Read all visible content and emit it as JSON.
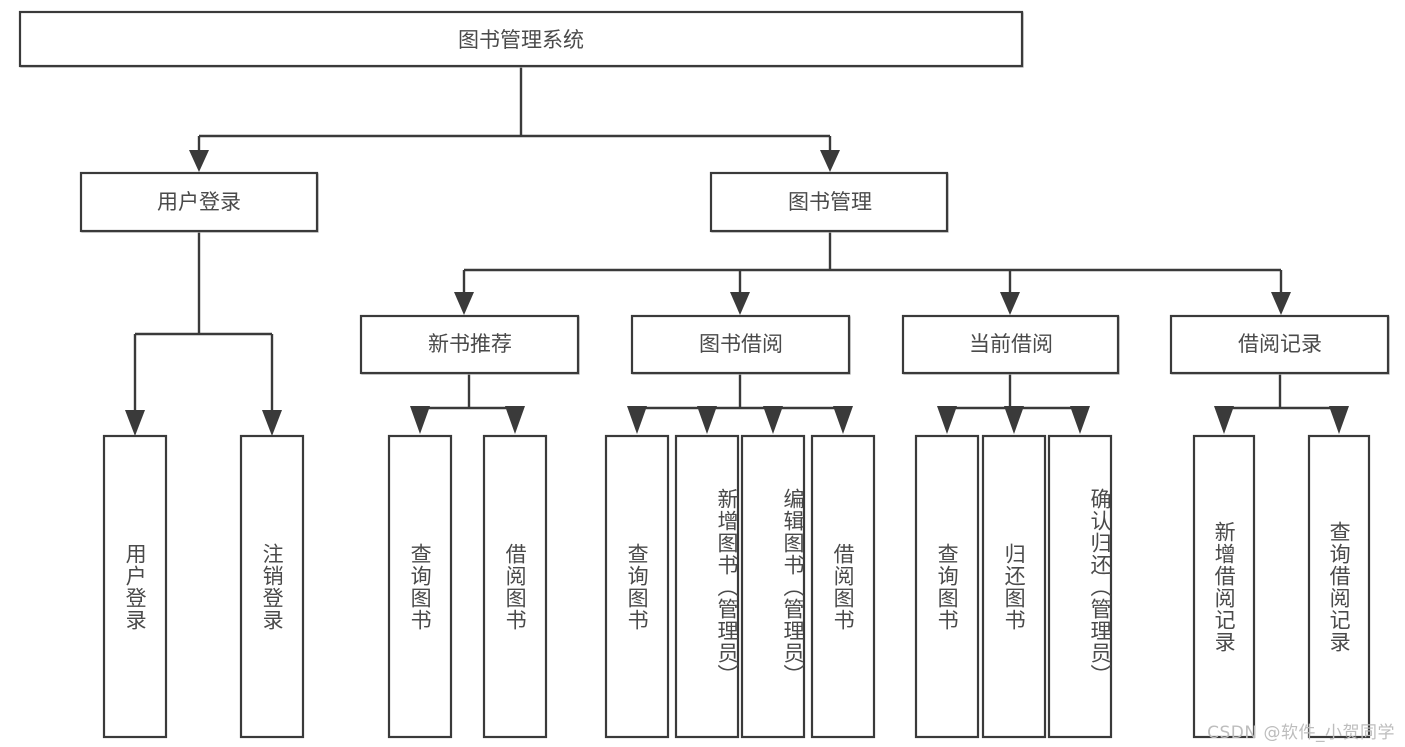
{
  "diagram": {
    "type": "tree",
    "title": "图书管理系统",
    "root": {
      "id": "root",
      "label": "图书管理系统",
      "orientation": "horizontal"
    },
    "level1": [
      {
        "id": "user-login",
        "label": "用户登录",
        "orientation": "horizontal"
      },
      {
        "id": "book-management",
        "label": "图书管理",
        "orientation": "horizontal"
      }
    ],
    "level2": [
      {
        "id": "new-book-recommend",
        "label": "新书推荐",
        "parent": "book-management",
        "orientation": "horizontal"
      },
      {
        "id": "book-borrow",
        "label": "图书借阅",
        "parent": "book-management",
        "orientation": "horizontal"
      },
      {
        "id": "current-borrow",
        "label": "当前借阅",
        "parent": "book-management",
        "orientation": "horizontal"
      },
      {
        "id": "borrow-record",
        "label": "借阅记录",
        "parent": "book-management",
        "orientation": "horizontal"
      }
    ],
    "leaves": [
      {
        "id": "leaf-user-login",
        "label": "用户登录",
        "parent": "user-login",
        "orientation": "vertical"
      },
      {
        "id": "leaf-user-logout",
        "label": "注销登录",
        "parent": "user-login",
        "orientation": "vertical"
      },
      {
        "id": "leaf-query-book-1",
        "label": "查询图书",
        "parent": "new-book-recommend",
        "orientation": "vertical"
      },
      {
        "id": "leaf-borrow-book-1",
        "label": "借阅图书",
        "parent": "new-book-recommend",
        "orientation": "vertical"
      },
      {
        "id": "leaf-query-book-2",
        "label": "查询图书",
        "parent": "book-borrow",
        "orientation": "vertical"
      },
      {
        "id": "leaf-add-book",
        "label": "新增图书（管理员）",
        "parent": "book-borrow",
        "orientation": "vertical"
      },
      {
        "id": "leaf-edit-book",
        "label": "编辑图书（管理员）",
        "parent": "book-borrow",
        "orientation": "vertical"
      },
      {
        "id": "leaf-borrow-book-2",
        "label": "借阅图书",
        "parent": "book-borrow",
        "orientation": "vertical"
      },
      {
        "id": "leaf-query-book-3",
        "label": "查询图书",
        "parent": "current-borrow",
        "orientation": "vertical"
      },
      {
        "id": "leaf-return-book",
        "label": "归还图书",
        "parent": "current-borrow",
        "orientation": "vertical"
      },
      {
        "id": "leaf-confirm-return",
        "label": "确认归还（管理员）",
        "parent": "current-borrow",
        "orientation": "vertical"
      },
      {
        "id": "leaf-add-record",
        "label": "新增借阅记录",
        "parent": "borrow-record",
        "orientation": "vertical"
      },
      {
        "id": "leaf-query-record",
        "label": "查询借阅记录",
        "parent": "borrow-record",
        "orientation": "vertical"
      }
    ],
    "colors": {
      "box_stroke": "#3a3a3a",
      "box_fill": "#ffffff",
      "box_shadow": "#b9b9b9",
      "text": "#4a4a4a",
      "connector": "#3a3a3a",
      "background": "#ffffff",
      "watermark": "#bdbdbd"
    }
  },
  "watermark": {
    "text": "CSDN @软件_小贺同学"
  }
}
